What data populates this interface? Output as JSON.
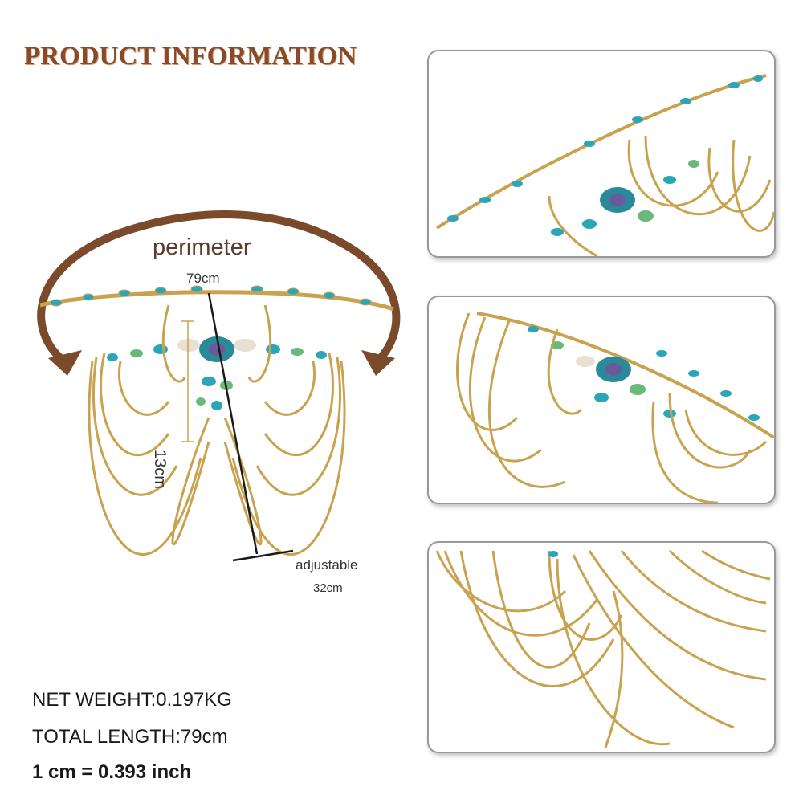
{
  "header": {
    "title": "PRODUCT INFORMATION"
  },
  "diagram": {
    "perimeter_label": "perimeter",
    "perimeter_value": "79cm",
    "height_value": "13cm",
    "adjustable_label": "adjustable",
    "adjustable_value": "32cm"
  },
  "specs": {
    "net_weight": "NET WEIGHT:0.197KG",
    "total_length": "TOTAL LENGTH:79cm",
    "conversion": "1 cm = 0.393 inch"
  },
  "colors": {
    "title": "#8a4a2a",
    "gold": "#c9a24f",
    "crystal": "#2aa6b8",
    "arrow": "#7a4a2a"
  }
}
